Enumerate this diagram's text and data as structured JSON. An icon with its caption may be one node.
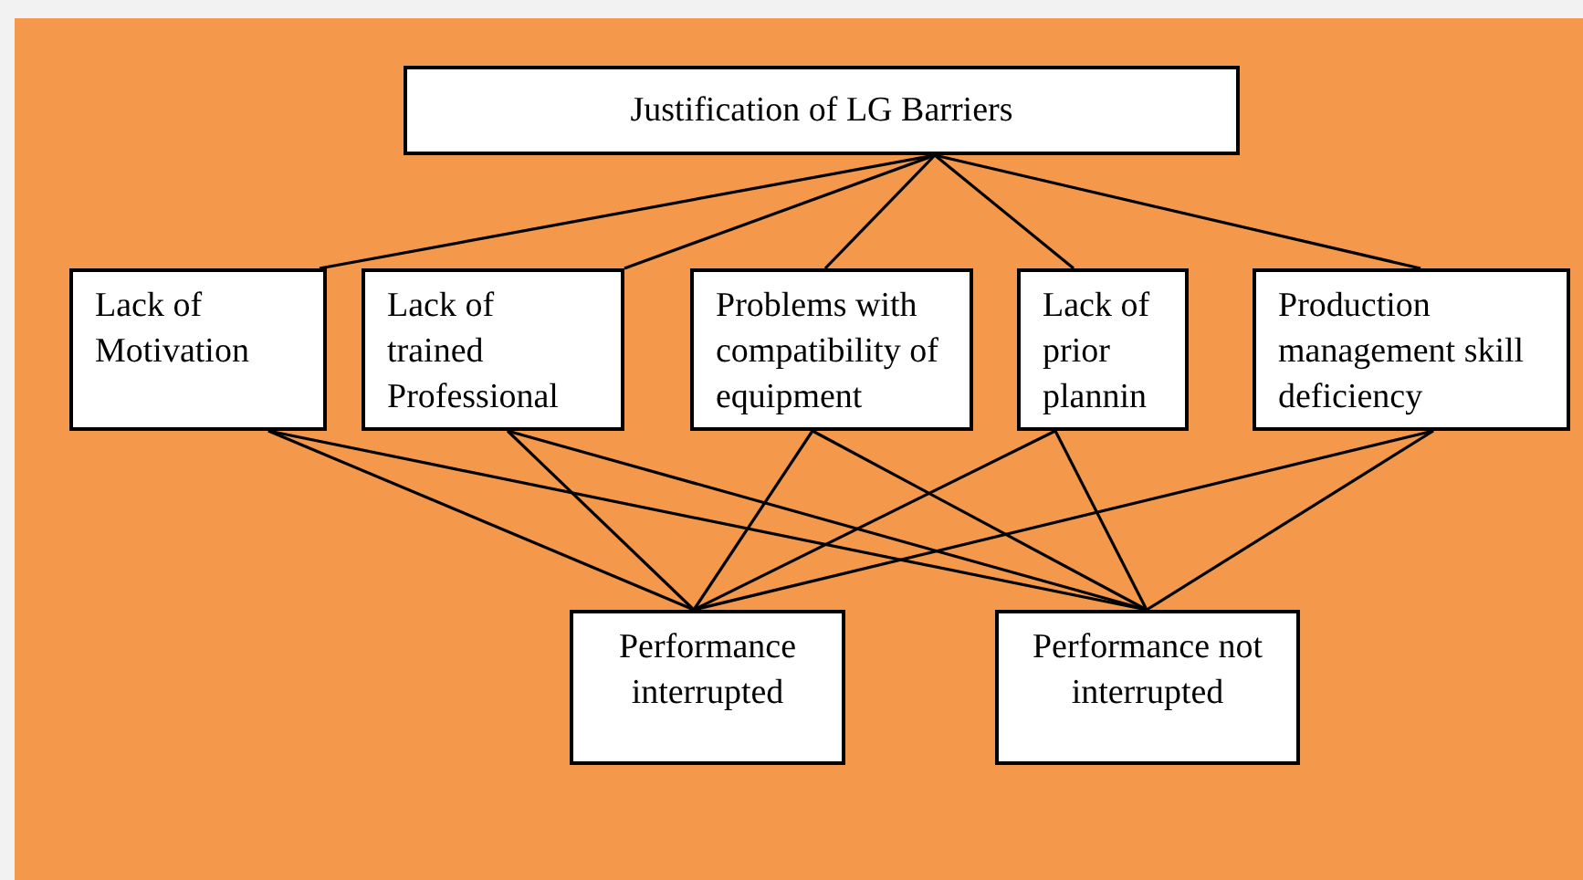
{
  "diagram": {
    "nodes": [
      {
        "text": [
          "Justification of LG Barriers"
        ]
      },
      {
        "text": [
          "Lack of Motivation"
        ]
      },
      {
        "text": [
          "Lack of trained Professional"
        ]
      },
      {
        "text": [
          "Problems with compatibility of equipment"
        ]
      },
      {
        "text": [
          "Lack of prior plannin"
        ]
      },
      {
        "text": [
          "Production management skill deficiency"
        ]
      },
      {
        "text": [
          "Performance interrupted"
        ]
      },
      {
        "text": [
          "Performance not interrupted"
        ]
      }
    ],
    "edges": [
      {
        "from": 0,
        "to": 1,
        "arrow": "none"
      },
      {
        "from": 0,
        "to": 2,
        "arrow": "none"
      },
      {
        "from": 0,
        "to": 3,
        "arrow": "none"
      },
      {
        "from": 0,
        "to": 4,
        "arrow": "none"
      },
      {
        "from": 0,
        "to": 5,
        "arrow": "none"
      },
      {
        "from": 1,
        "to": 6,
        "arrow": "none"
      },
      {
        "from": 1,
        "to": 7,
        "arrow": "none"
      },
      {
        "from": 2,
        "to": 6,
        "arrow": "none"
      },
      {
        "from": 2,
        "to": 7,
        "arrow": "none"
      },
      {
        "from": 3,
        "to": 6,
        "arrow": "none"
      },
      {
        "from": 3,
        "to": 7,
        "arrow": "none"
      },
      {
        "from": 4,
        "to": 6,
        "arrow": "none"
      },
      {
        "from": 4,
        "to": 7,
        "arrow": "none"
      },
      {
        "from": 5,
        "to": 6,
        "arrow": "none"
      },
      {
        "from": 5,
        "to": 7,
        "arrow": "none"
      }
    ]
  }
}
